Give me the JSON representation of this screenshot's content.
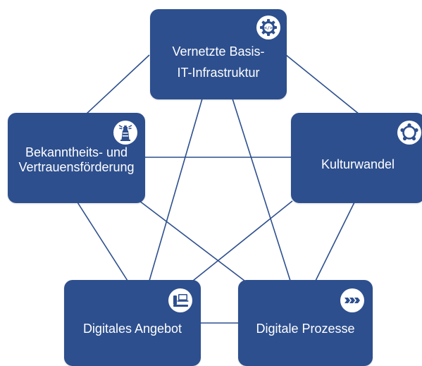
{
  "diagram": {
    "nodes": {
      "infrastructure": {
        "lines": [
          "Vernetzte Basis-",
          "IT-Infrastruktur"
        ],
        "icon": "code-gear-icon"
      },
      "trust": {
        "lines": [
          "Bekanntheits- und",
          "Vertrauensförderung"
        ],
        "icon": "lighthouse-icon"
      },
      "culture": {
        "lines": [
          "Kulturwandel"
        ],
        "icon": "people-circle-icon"
      },
      "offer": {
        "lines": [
          "Digitales Angebot"
        ],
        "icon": "hand-laptop-icon"
      },
      "process": {
        "lines": [
          "Digitale Prozesse"
        ],
        "icon": "process-arrows-icon"
      }
    },
    "colors": {
      "node_fill": "#2d4f8e",
      "line": "#2d4f8e",
      "label": "#ffffff",
      "icon_bg": "#ffffff"
    }
  }
}
